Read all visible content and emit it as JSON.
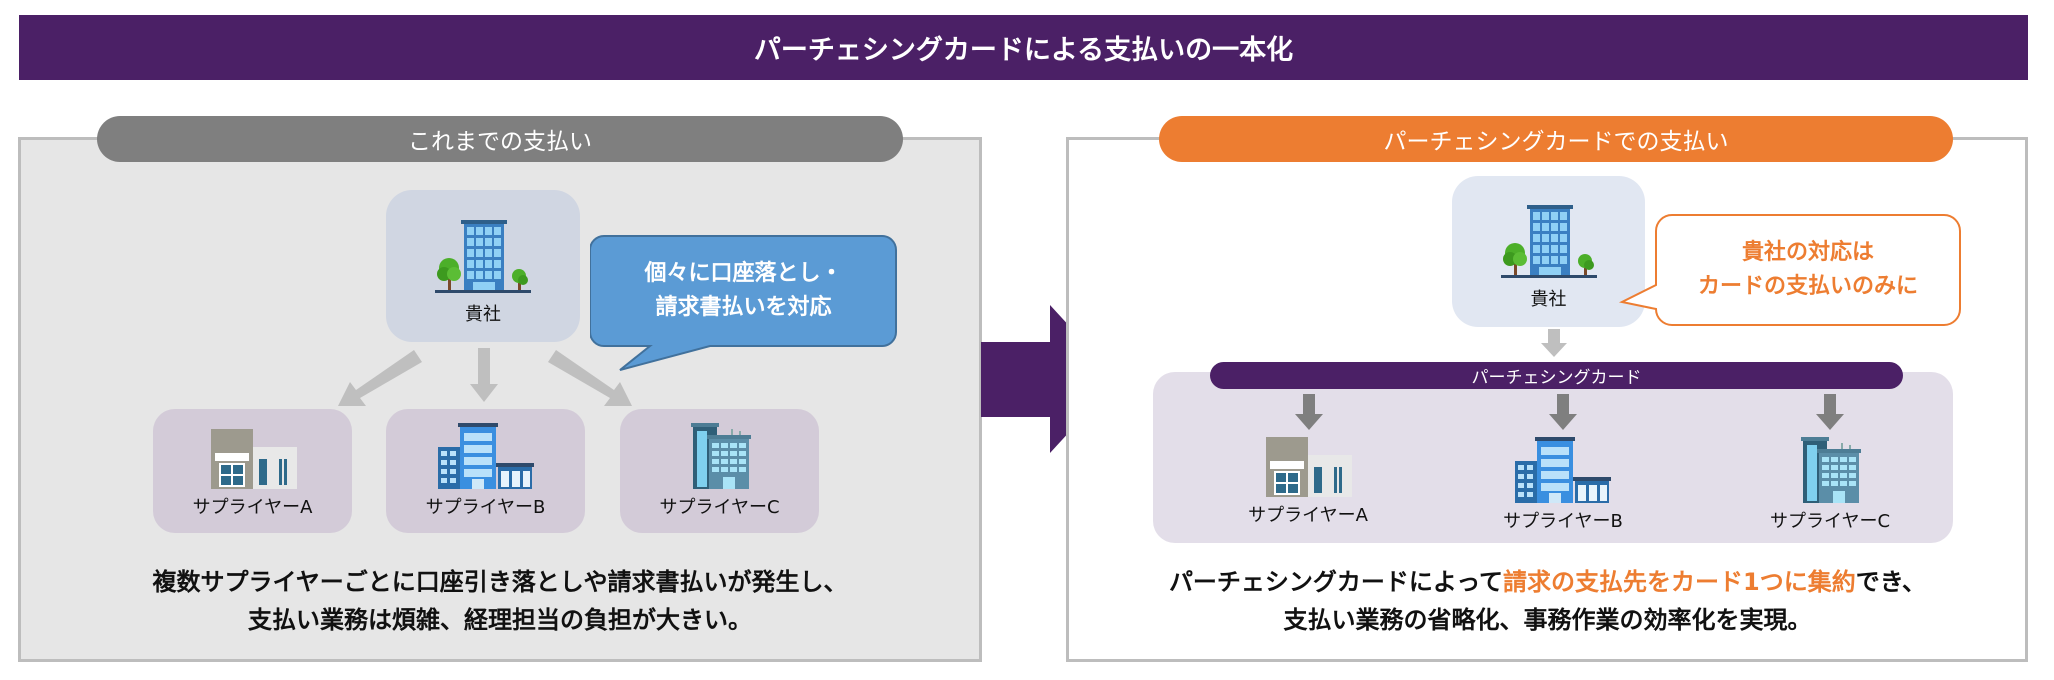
{
  "title": "パーチェシングカードによる支払いの一本化",
  "colors": {
    "title_bg": "#4b2066",
    "accent_orange": "#ed7d31",
    "pill_gray": "#7f7f7f",
    "callout_blue": "#5b9bd5",
    "arrow_gray": "#bfbfbf",
    "arrow_dark_gray": "#7f7f7f"
  },
  "left_panel": {
    "header": "これまでの支払い",
    "company_label": "貴社",
    "callout": [
      "個々に口座落とし・",
      "請求書払いを対応"
    ],
    "suppliers": [
      "サプライヤーA",
      "サプライヤーB",
      "サプライヤーC"
    ],
    "caption": [
      "複数サプライヤーごとに口座引き落としや請求書払いが発生し、",
      "支払い業務は煩雑、経理担当の負担が大きい。"
    ]
  },
  "right_panel": {
    "header": "パーチェシングカードでの支払い",
    "company_label": "貴社",
    "callout": [
      "貴社の対応は",
      "カードの支払いのみに"
    ],
    "card_label": "パーチェシングカード",
    "suppliers": [
      "サプライヤーA",
      "サプライヤーB",
      "サプライヤーC"
    ],
    "caption": {
      "line1_pre": "パーチェシングカードによって",
      "line1_highlight": "請求の支払先をカード1つに集約",
      "line1_post": "でき、",
      "line2": "支払い業務の省略化、事務作業の効率化を実現。"
    }
  },
  "icons": {
    "company": "office-building-with-trees-icon",
    "supplier_a": "low-rise-shop-building-icon",
    "supplier_b": "blue-office-complex-icon",
    "supplier_c": "teal-tower-building-icon",
    "transition": "right-arrow-icon"
  }
}
